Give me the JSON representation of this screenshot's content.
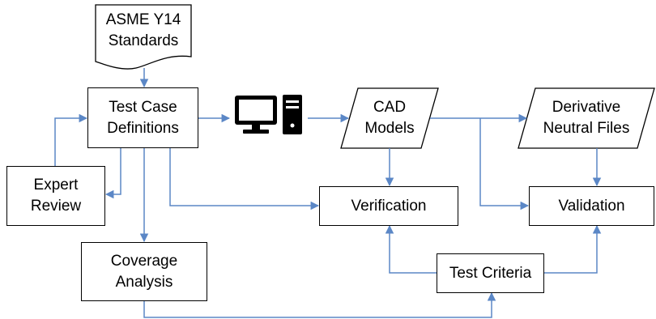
{
  "nodes": {
    "standards": {
      "line1": "ASME Y14",
      "line2": "Standards"
    },
    "test_case_definitions": {
      "line1": "Test Case",
      "line2": "Definitions"
    },
    "cad_models": {
      "line1": "CAD",
      "line2": "Models"
    },
    "derivative_neutral_files": {
      "line1": "Derivative",
      "line2": "Neutral Files"
    },
    "expert_review": {
      "line1": "Expert",
      "line2": "Review"
    },
    "verification": {
      "label": "Verification"
    },
    "validation": {
      "label": "Validation"
    },
    "coverage_analysis": {
      "line1": "Coverage",
      "line2": "Analysis"
    },
    "test_criteria": {
      "label": "Test Criteria"
    }
  },
  "icons": {
    "computer": "computer-icon"
  },
  "colors": {
    "connector": "#5b87c6",
    "outline": "#000000"
  }
}
